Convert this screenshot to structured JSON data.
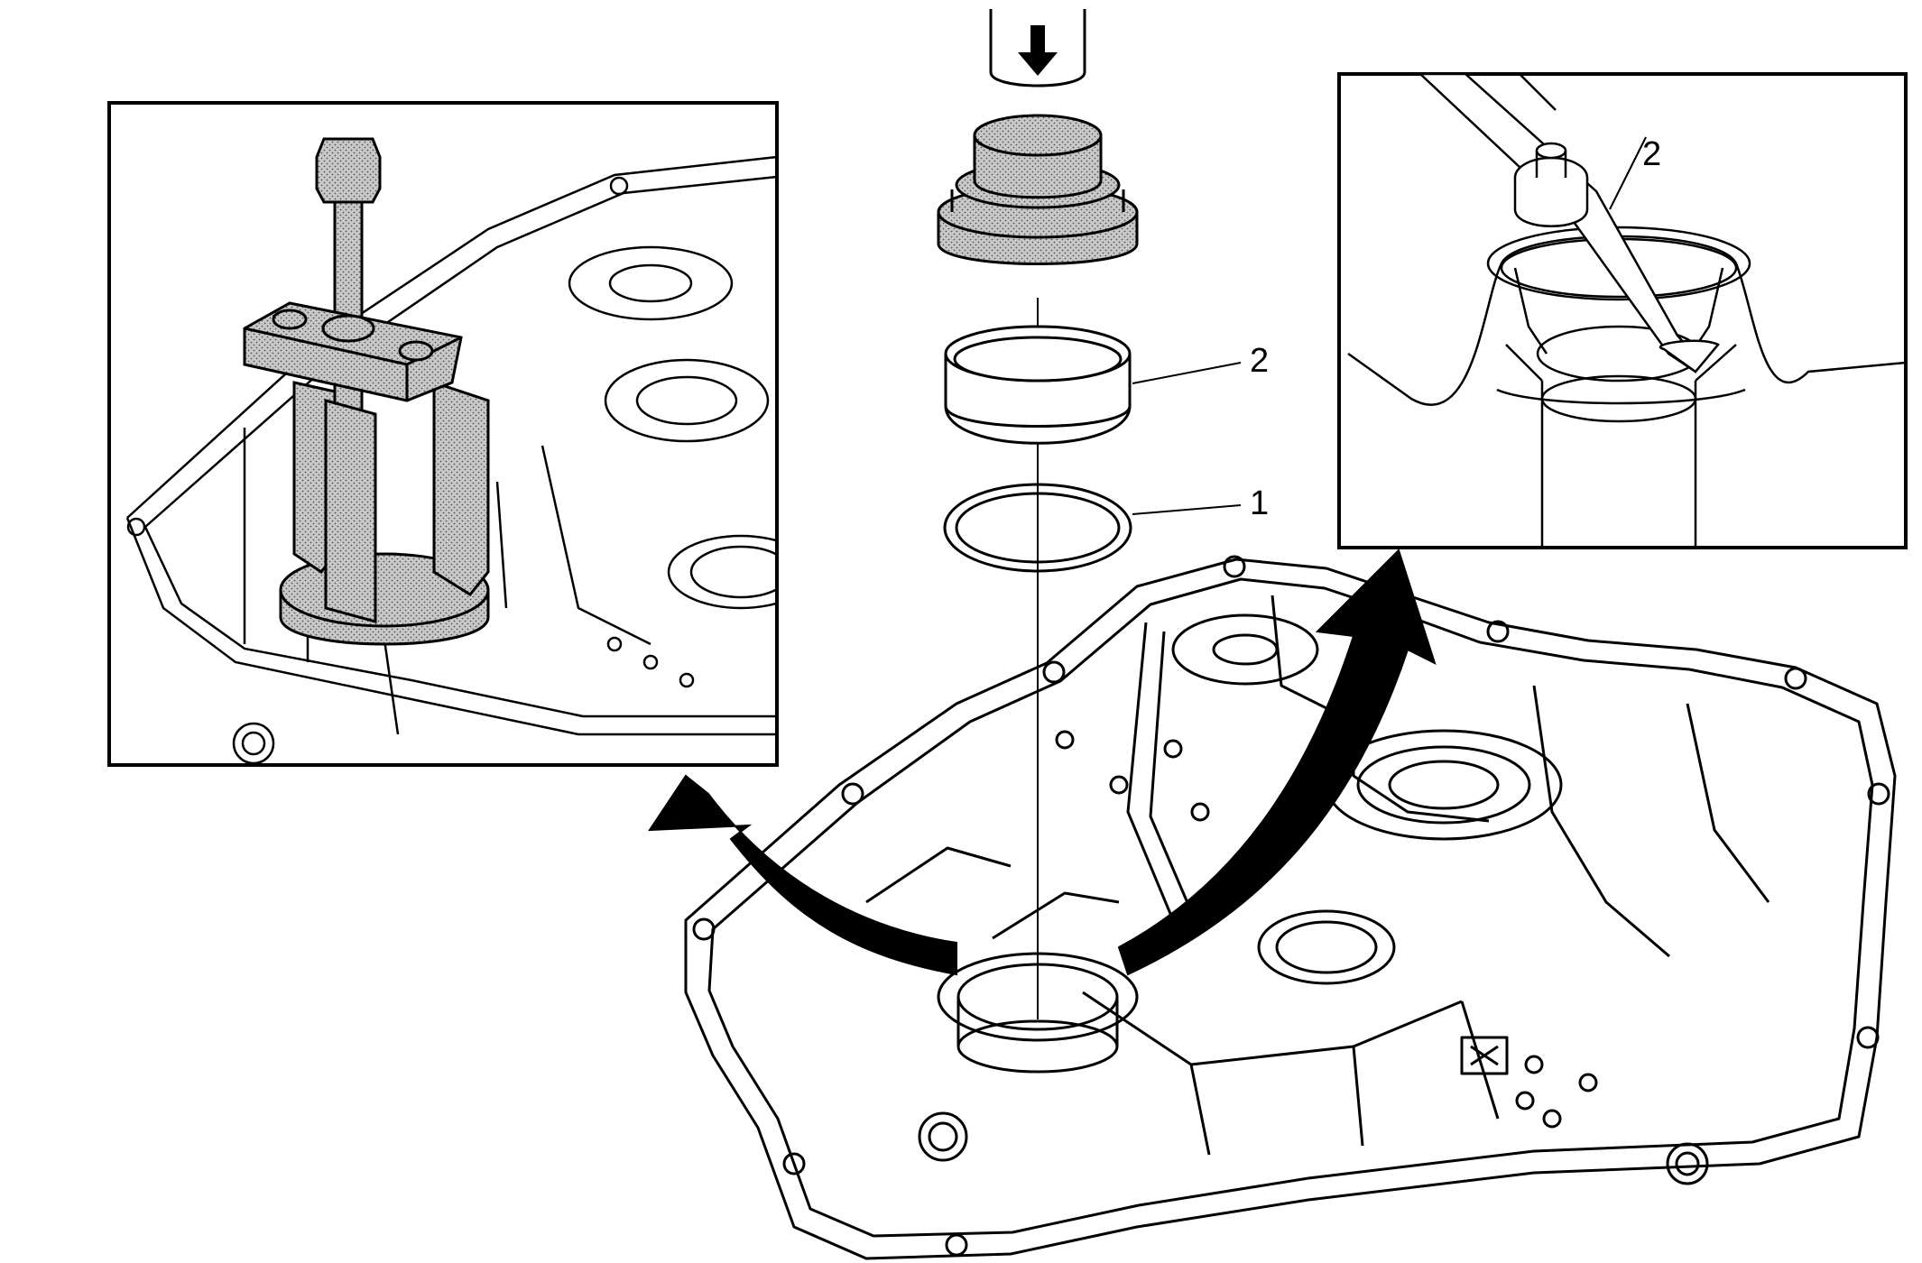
{
  "callouts": {
    "center_ring_2": "2",
    "center_ring_1": "1",
    "inset_right_2": "2"
  },
  "colors": {
    "line": "#000000",
    "background": "#ffffff",
    "tool_fill": "#b9b9b9",
    "arrow_fill": "#000000"
  },
  "icons": {
    "press_direction": "down-arrow-icon",
    "remove_arrow": "curved-arrow-icon",
    "install_arrow": "curved-arrow-icon"
  }
}
